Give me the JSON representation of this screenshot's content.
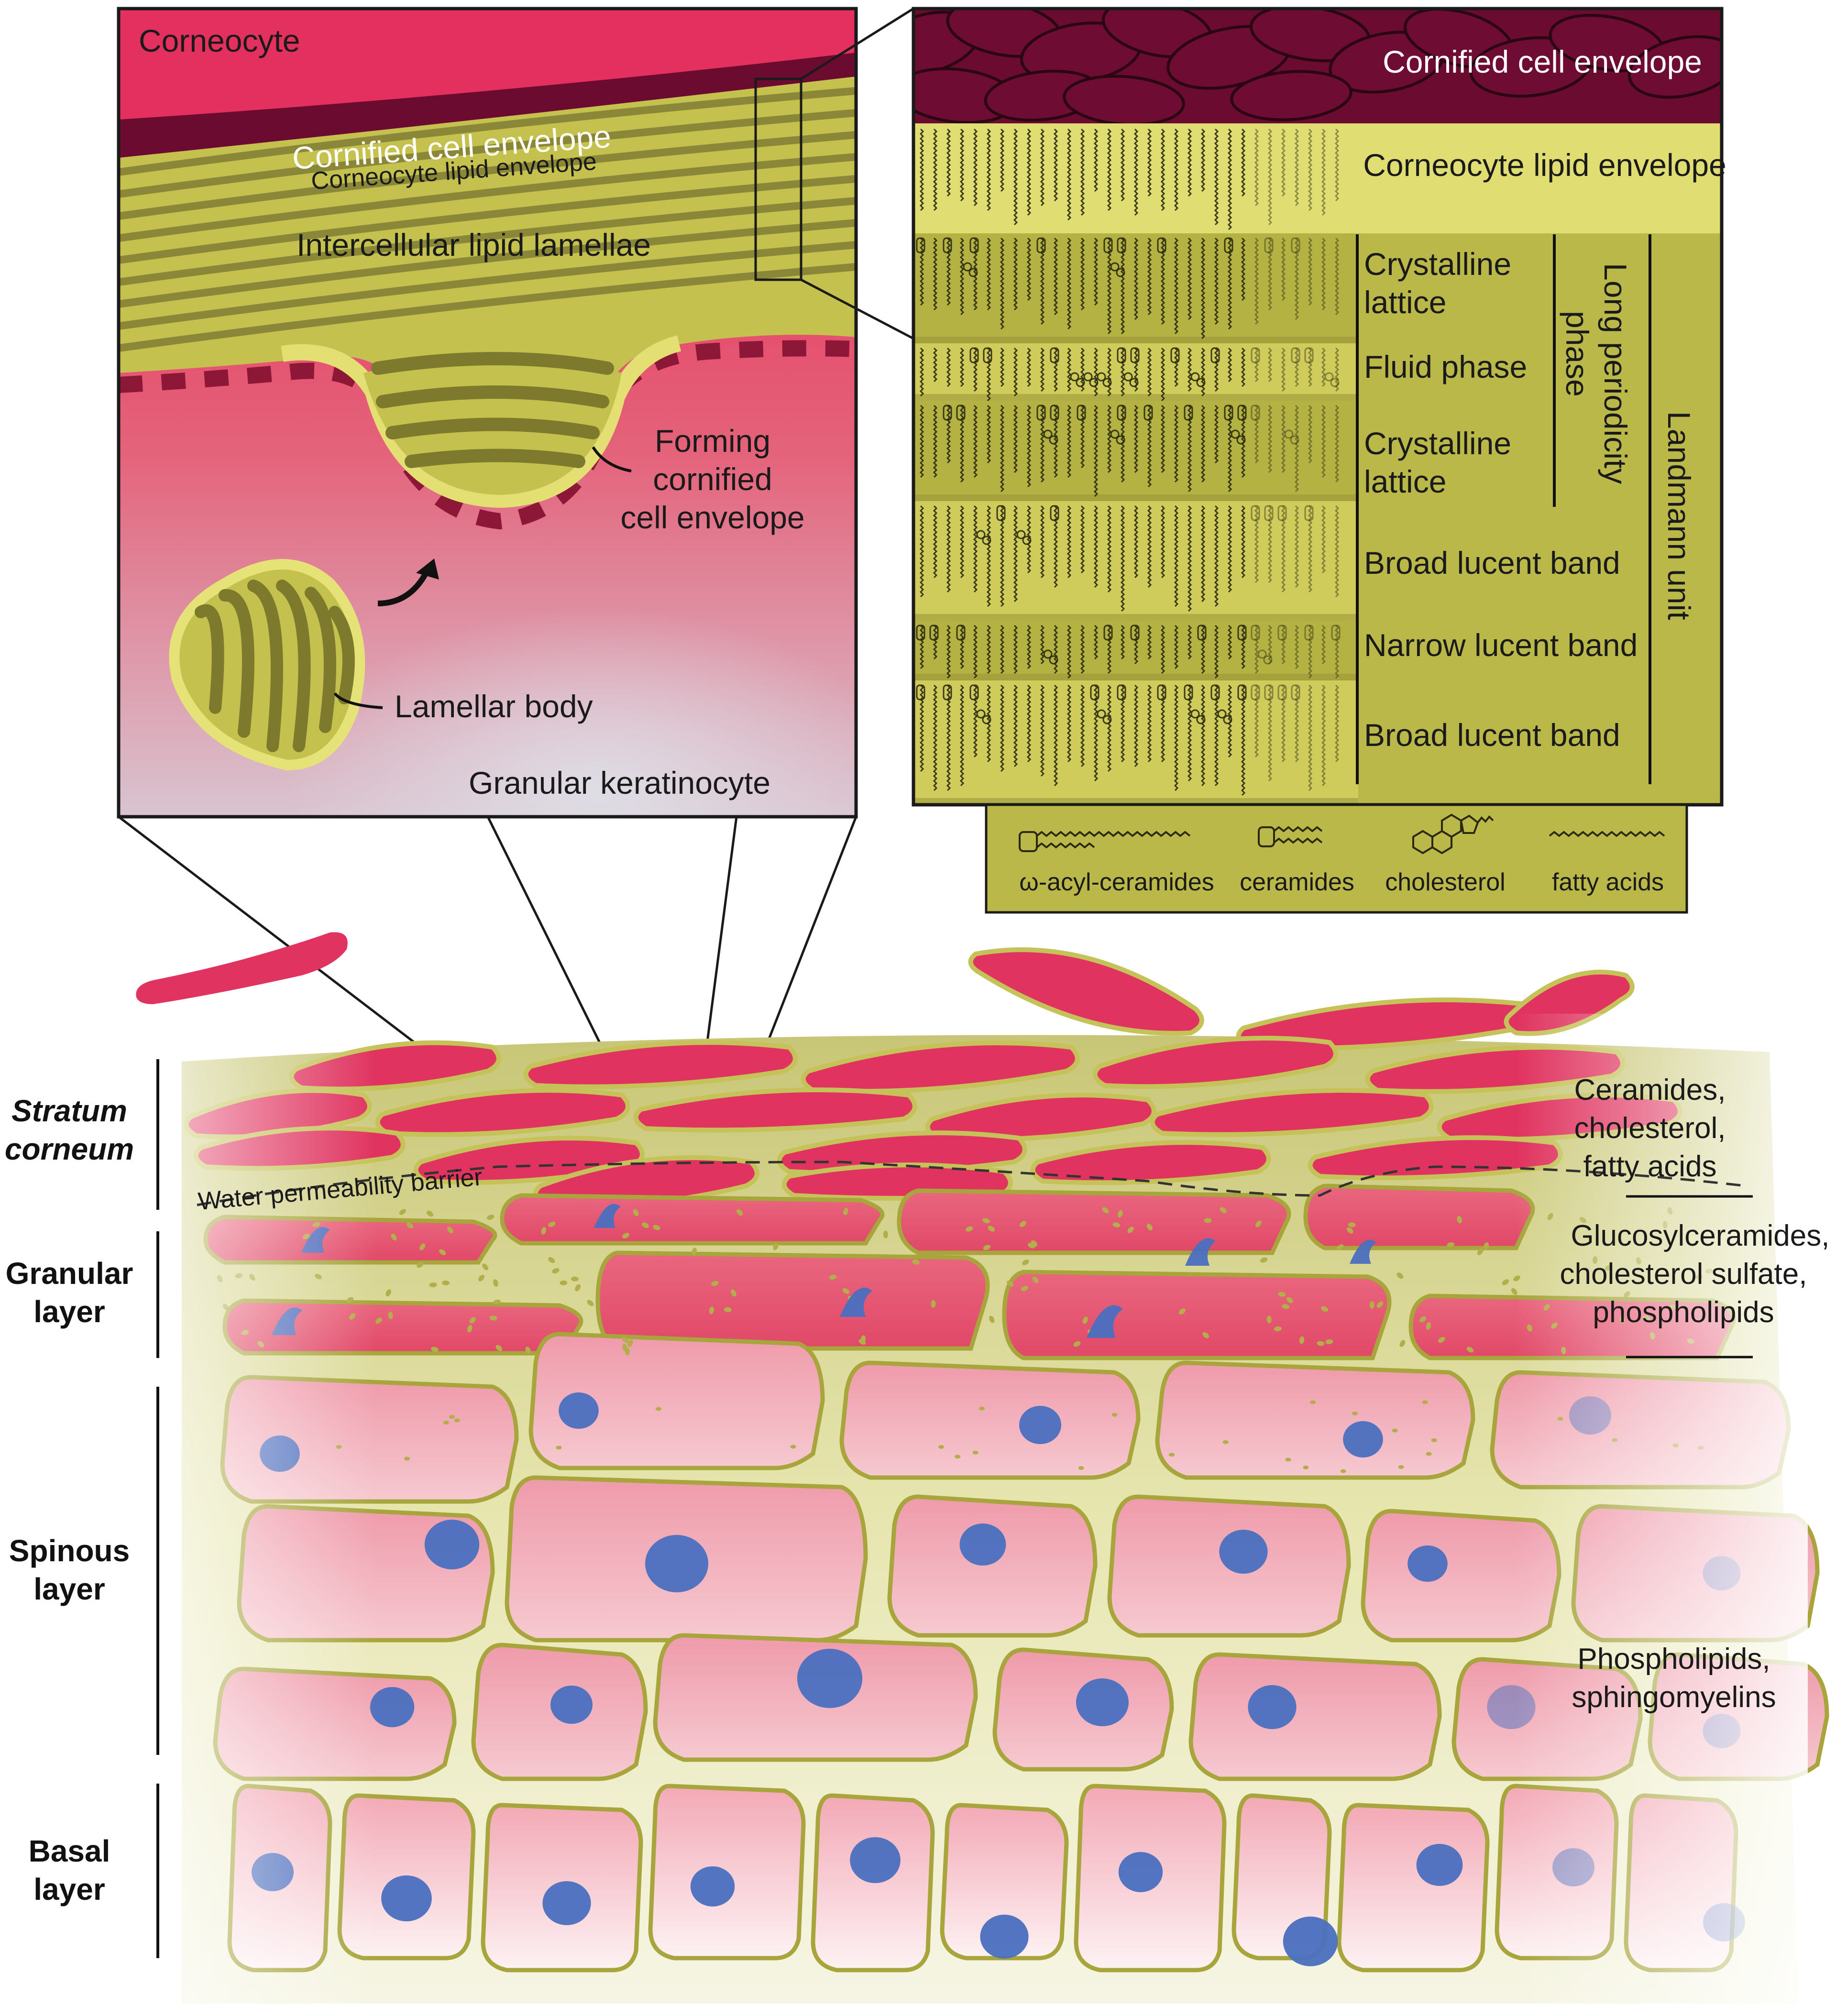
{
  "colors": {
    "corneocyte": "#e3305e",
    "envelope": "#6b0b30",
    "lipid": "#c7c451",
    "lipid_light": "#e0df70",
    "lipid_dark": "#7d7a2e",
    "cell_pink": "#f2a5b1",
    "nucleus": "#4a6fbf",
    "outline": "#a3a23a"
  },
  "panel_left": {
    "corneocyte": "Corneocyte",
    "cornified_envelope": "Cornified cell envelope",
    "lipid_envelope": "Corneocyte lipid envelope",
    "lamellae": "Intercellular lipid lamellae",
    "forming_1": "Forming",
    "forming_2": "cornified",
    "forming_3": "cell envelope",
    "lamellar_body": "Lamellar body",
    "granular_keratinocyte": "Granular keratinocyte"
  },
  "panel_right": {
    "cornified_envelope": "Cornified cell envelope",
    "lipid_envelope": "Corneocyte lipid envelope",
    "bands": [
      {
        "line1": "Crystalline",
        "line2": "lattice"
      },
      {
        "line1": "Fluid phase",
        "line2": ""
      },
      {
        "line1": "Crystalline",
        "line2": "lattice"
      },
      {
        "line1": "Broad lucent band",
        "line2": ""
      },
      {
        "line1": "Narrow lucent band",
        "line2": ""
      },
      {
        "line1": "Broad lucent band",
        "line2": ""
      }
    ],
    "long_periodicity_1": "Long periodicity",
    "long_periodicity_2": "phase",
    "landmann": "Landmann unit"
  },
  "legend": {
    "items": [
      "ω-acyl-ceramides",
      "ceramides",
      "cholesterol",
      "fatty acids"
    ]
  },
  "layers": {
    "stratum_1": "Stratum",
    "stratum_2": "corneum",
    "granular_1": "Granular",
    "granular_2": "layer",
    "spinous_1": "Spinous",
    "spinous_2": "layer",
    "basal_1": "Basal",
    "basal_2": "layer",
    "barrier": "Water permeability barrier"
  },
  "lipid_lists": {
    "sc_1": "Ceramides,",
    "sc_2": "cholesterol,",
    "sc_3": "fatty acids",
    "gr_1": "Glucosylceramides,",
    "gr_2": "cholesterol sulfate,",
    "gr_3": "phospholipids",
    "sp_1": "Phospholipids,",
    "sp_2": "sphingomyelins"
  }
}
